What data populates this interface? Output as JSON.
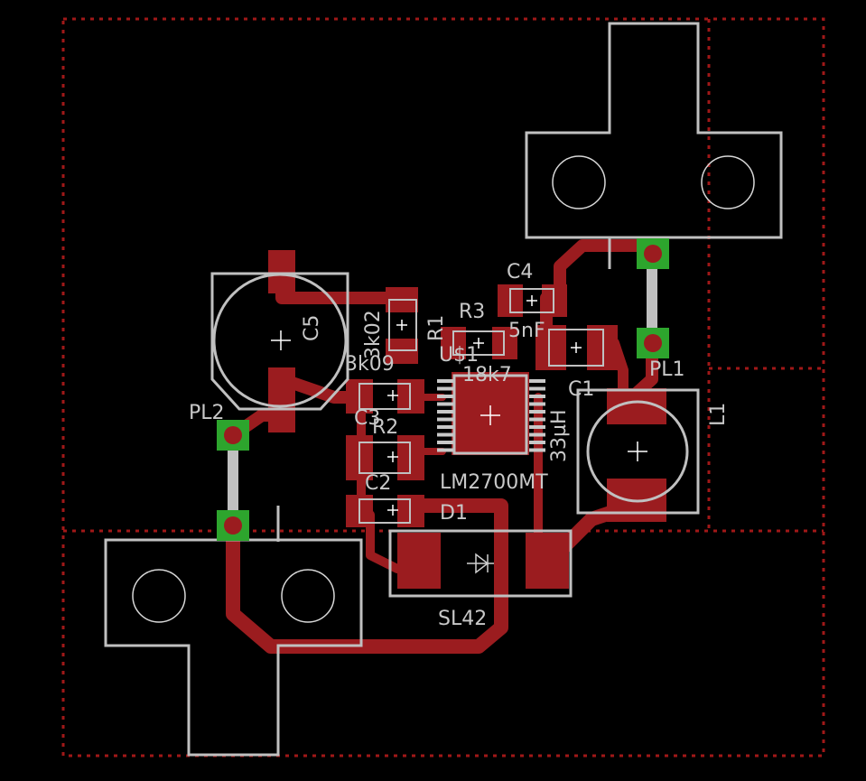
{
  "board": {
    "background": "#000000",
    "colors": {
      "copper": "#9b1c1f",
      "silkscreen": "#c0c0c0",
      "keepout": "#a01818",
      "pad_green": "#2da52d"
    }
  },
  "labels": {
    "c5": "C5",
    "r1": "R1",
    "r1_value": "3k02",
    "r3": "R3",
    "r3_value": "18k7",
    "c4": "C4",
    "c4_value": "5nF",
    "u1": "U$1",
    "c3": "C3",
    "c3_value": "3k09",
    "r2": "R2",
    "c2": "C2",
    "ic_value": "LM2700MT",
    "l1_value": "33µH",
    "c1": "C1",
    "l1": "L1",
    "pl1": "PL1",
    "pl2": "PL2",
    "d1": "D1",
    "d1_value": "SL42"
  }
}
